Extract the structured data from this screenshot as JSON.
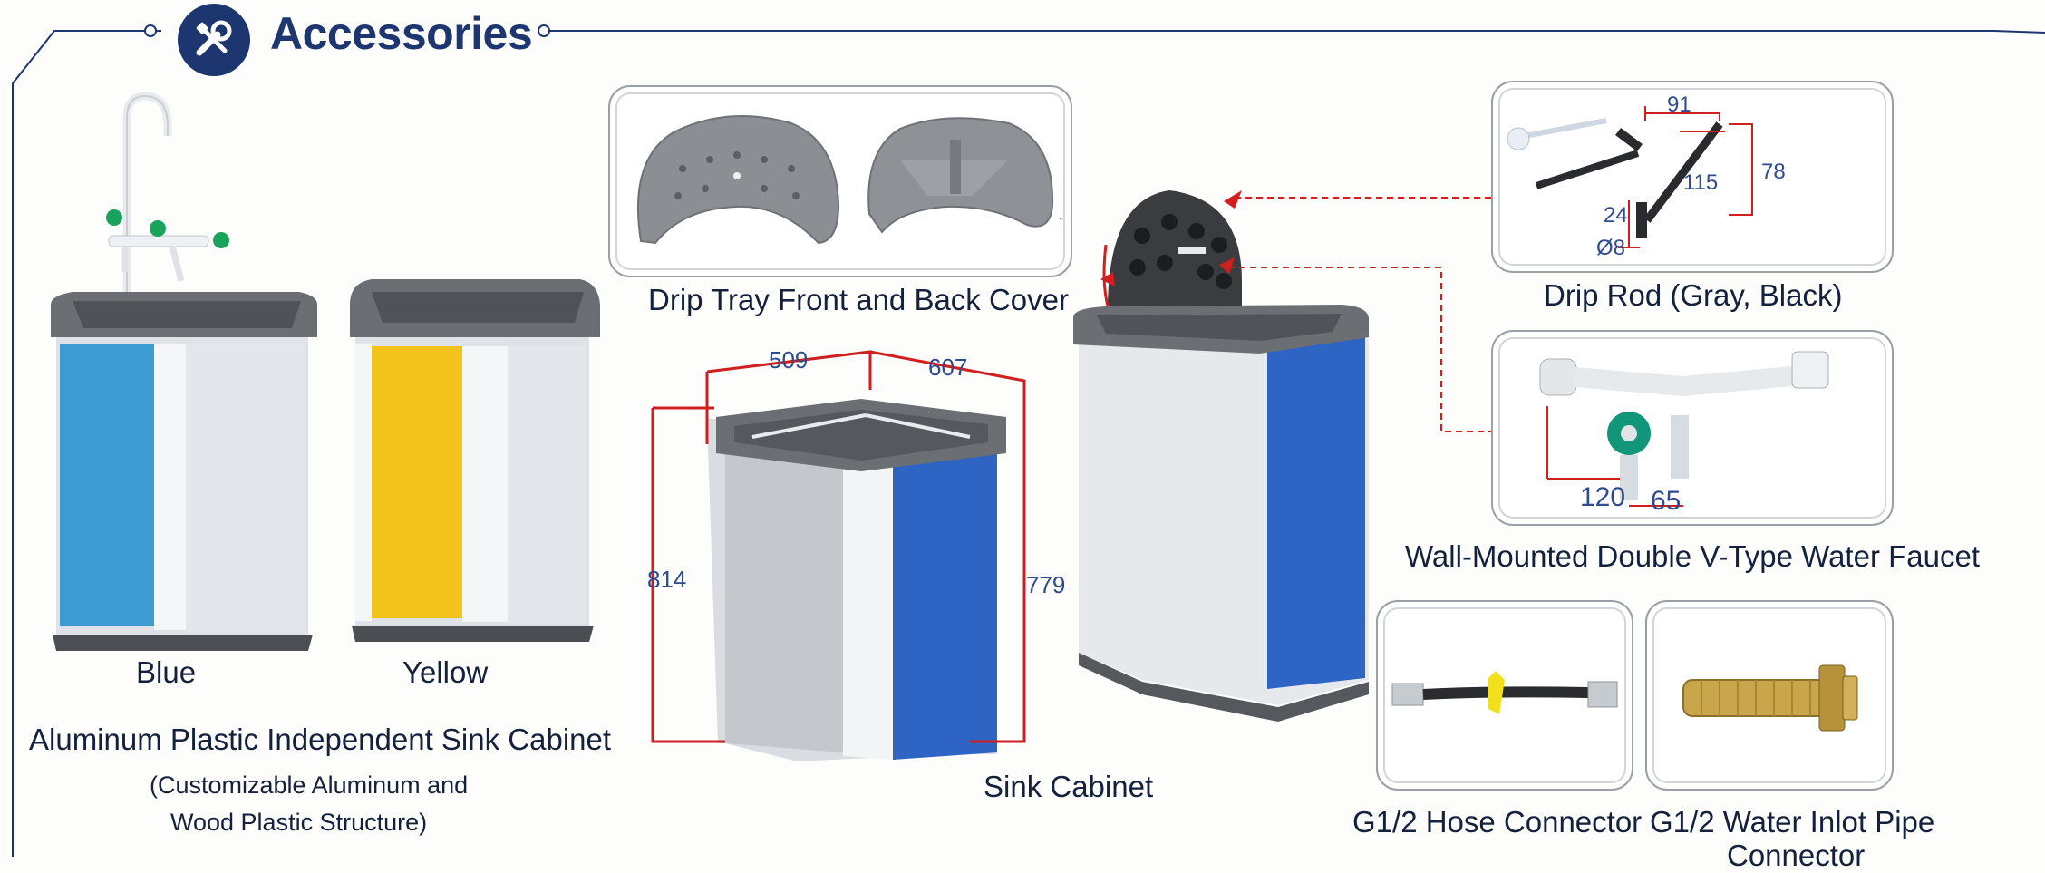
{
  "header": {
    "title": "Accessories",
    "icon": "tools-icon"
  },
  "colors": {
    "brand": "#1d3670",
    "dimension_red": "#d01f1f",
    "cabinet_blue": "#2e64c4",
    "cabinet_light_blue": "#3d9bd4",
    "cabinet_yellow": "#f2c31a",
    "gray_top": "#6b6e72"
  },
  "left_section": {
    "variant_blue_label": "Blue",
    "variant_yellow_label": "Yellow",
    "title": "Aluminum Plastic Independent Sink Cabinet",
    "subtitle_line1": "(Customizable Aluminum and",
    "subtitle_line2": "Wood Plastic Structure)"
  },
  "drip_tray": {
    "label": "Drip Tray Front and Back Cover"
  },
  "sink_cabinet": {
    "label": "Sink Cabinet",
    "dim_width": "509",
    "dim_depth": "607",
    "dim_height_front": "814",
    "dim_height_back": "779"
  },
  "drip_rod": {
    "label": "Drip Rod (Gray, Black)",
    "dim_91": "91",
    "dim_78": "78",
    "dim_115": "115",
    "dim_24": "24",
    "dim_diameter": "Ø8"
  },
  "faucet": {
    "label": "Wall-Mounted Double V-Type Water Faucet",
    "dim_120": "120",
    "dim_65": "65"
  },
  "hose_connector": {
    "label": "G1/2 Hose Connector"
  },
  "inlet_pipe": {
    "label_line1": "G1/2 Water Inlot Pipe",
    "label_line2": "Connector"
  }
}
